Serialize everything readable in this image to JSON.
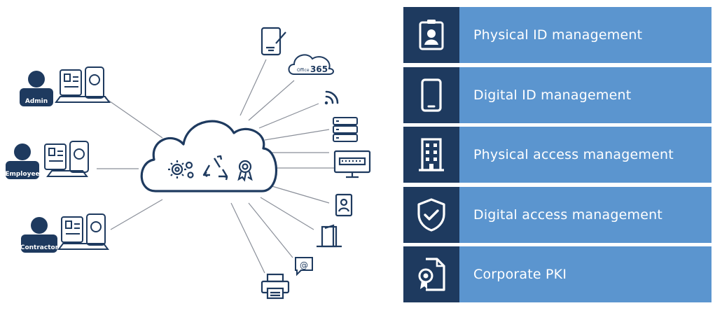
{
  "colors": {
    "navy": "#1e3a5f",
    "row_blue": "#5b95cf",
    "label_text": "#ffffff",
    "line": "#8a8f99"
  },
  "users": [
    {
      "label": "Admin",
      "icon": "user-icon"
    },
    {
      "label": "Employee",
      "icon": "user-icon"
    },
    {
      "label": "Contractor",
      "icon": "user-icon"
    }
  ],
  "cloud": {
    "icons": [
      "gears-icon",
      "recycle-icon",
      "award-icon"
    ]
  },
  "services": {
    "office365": "365",
    "office_prefix": "Office",
    "icons": [
      "tablet-sign-icon",
      "office365-cloud-icon",
      "rss-icon",
      "server-icon",
      "keyboard-monitor-icon",
      "id-card-icon",
      "door-icon",
      "email-icon",
      "printer-icon"
    ]
  },
  "panel": {
    "items": [
      {
        "label": "Physical ID management",
        "icon": "id-badge-icon"
      },
      {
        "label": "Digital ID management",
        "icon": "smartphone-icon"
      },
      {
        "label": "Physical access management",
        "icon": "building-icon"
      },
      {
        "label": "Digital access management",
        "icon": "shield-check-icon"
      },
      {
        "label": "Corporate PKI",
        "icon": "certificate-document-icon"
      }
    ]
  }
}
